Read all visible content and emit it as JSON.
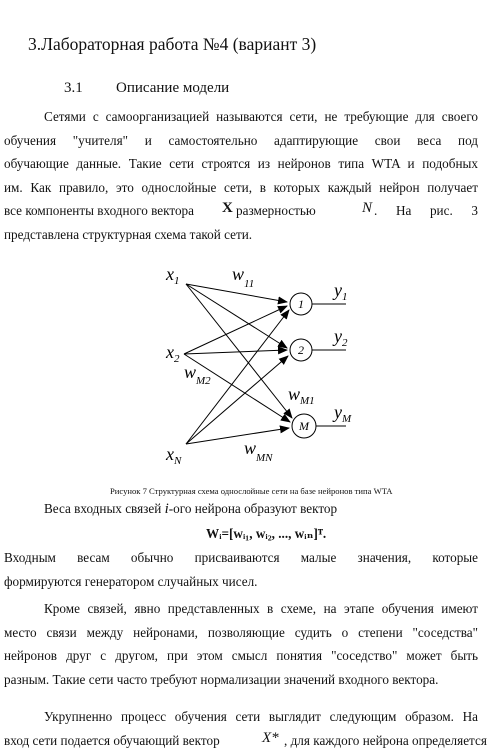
{
  "heading": "3.Лабораторная работа №4 (вариант 3)",
  "section": {
    "number": "3.1",
    "title": "Описание модели"
  },
  "para1": {
    "l1": "Сетями с самоорганизацией называются сети, не требующие для своего",
    "l2": "обучения \"учителя\" и самостоятельно адаптирующие свои веса под",
    "l3": "обучающие данные. Такие сети строятся из нейронов типа WTA и подобных",
    "l4": "им. Как правило, это однослойные сети, в которых каждый нейрон получает",
    "l5a": "все компоненты входного вектора",
    "l5sym": "X",
    "l5b": "размерностью",
    "l5n": "N",
    "l5c": ". На рис. 3",
    "l6": "представлена структурная схема такой сети."
  },
  "diagram": {
    "inputs": [
      {
        "base": "x",
        "sub": "1"
      },
      {
        "base": "x",
        "sub": "2"
      },
      {
        "base": "x",
        "sub": "N"
      }
    ],
    "neurons": [
      "1",
      "2",
      "M"
    ],
    "outputs": [
      {
        "base": "y",
        "sub": "1"
      },
      {
        "base": "y",
        "sub": "2"
      },
      {
        "base": "y",
        "sub": "M"
      }
    ],
    "weights": [
      {
        "base": "w",
        "sub": "11"
      },
      {
        "base": "w",
        "sub": "M2"
      },
      {
        "base": "w",
        "sub": "M1"
      },
      {
        "base": "w",
        "sub": "MN"
      }
    ]
  },
  "caption": "Рисунок 7 Структурная схема однослойные сети на базе нейронов типа WTA",
  "vec_line": {
    "a": "Веса входных связей",
    "i": "i",
    "b": "-ого нейрона образуют вектор"
  },
  "formula": "Wᵢ=[wᵢ₁, wᵢ₂, ..., wᵢₙ]ᵀ.",
  "para2": {
    "l1": "Входным весам обычно присваиваются малые значения, которые",
    "l2": "формируются генератором случайных чисел."
  },
  "para3": {
    "l1": "Кроме связей, явно представленных в схеме, на этапе обучения имеют",
    "l2": "место связи между нейронами, позволяющие судить о степени \"соседства\"",
    "l3": "нейронов друг с другом, при этом смысл понятия \"соседство\" может быть",
    "l4": "разным. Такие сети часто требуют нормализации значений входного вектора."
  },
  "para4": {
    "l1": "Укрупненно процесс обучения сети выглядит следующим образом. На",
    "l2a": "вход сети подается обучающий вектор",
    "l2sym": "X*",
    "l2b": ", для каждого нейрона определяется"
  }
}
